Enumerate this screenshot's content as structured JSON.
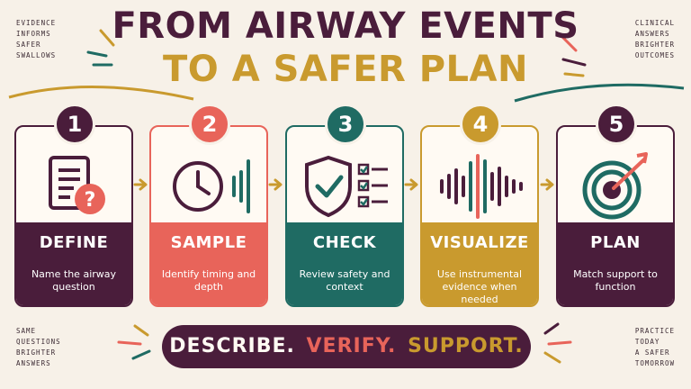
{
  "corners": {
    "top_left": [
      "EVIDENCE",
      "INFORMS",
      "SAFER",
      "SWALLOWS"
    ],
    "top_right": [
      "CLINICAL",
      "ANSWERS",
      "BRIGHTER",
      "OUTCOMES"
    ],
    "bottom_left": [
      "SAME",
      "QUESTIONS",
      "BRIGHTER",
      "ANSWERS"
    ],
    "bottom_right": [
      "PRACTICE",
      "TODAY",
      "A SAFER",
      "TOMORROW"
    ]
  },
  "title": {
    "line1": "FROM AIRWAY EVENTS",
    "line2": "TO A SAFER PLAN"
  },
  "steps": [
    {
      "number": "1",
      "label": "DEFINE",
      "description": "Name the airway question",
      "icon": "document-question-icon",
      "color": "#4a1d3b"
    },
    {
      "number": "2",
      "label": "SAMPLE",
      "description": "Identify timing and depth",
      "icon": "clock-waveform-icon",
      "color": "#e8645a"
    },
    {
      "number": "3",
      "label": "CHECK",
      "description": "Review safety and context",
      "icon": "shield-checklist-icon",
      "color": "#1f6b63"
    },
    {
      "number": "4",
      "label": "VISUALIZE",
      "description": "Use instrumental evidence when needed",
      "icon": "soundwave-icon",
      "color": "#c99a2e"
    },
    {
      "number": "5",
      "label": "PLAN",
      "description": "Match support to function",
      "icon": "target-arrow-icon",
      "color": "#4a1d3b"
    }
  ],
  "banner": {
    "word1": "DESCRIBE.",
    "word2": "VERIFY.",
    "word3": "SUPPORT."
  },
  "colors": {
    "plum": "#4a1d3b",
    "coral": "#e8645a",
    "teal": "#1f6b63",
    "gold": "#c99a2e",
    "background": "#f7f1e8"
  }
}
